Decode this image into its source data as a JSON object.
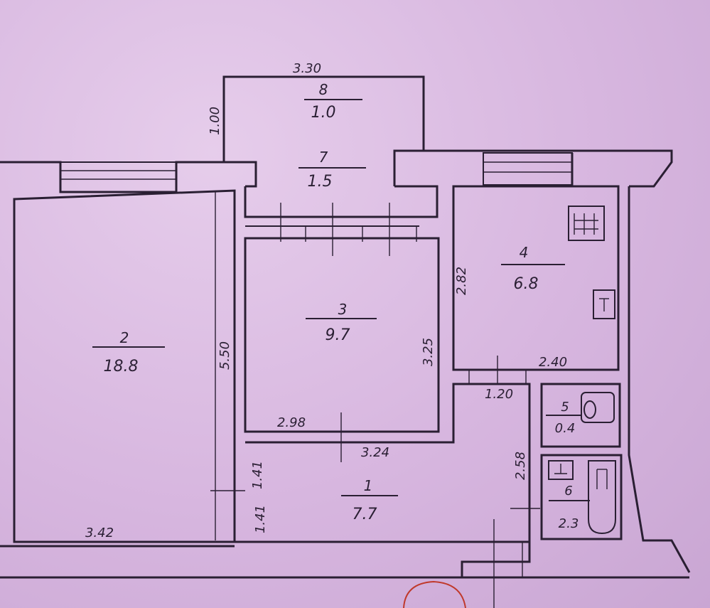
{
  "rooms": [
    {
      "id": "1",
      "number": "1",
      "area": "7.7"
    },
    {
      "id": "2",
      "number": "2",
      "area": "18.8"
    },
    {
      "id": "3",
      "number": "3",
      "area": "9.7"
    },
    {
      "id": "4",
      "number": "4",
      "area": "6.8"
    },
    {
      "id": "5",
      "number": "5",
      "area": "0.4"
    },
    {
      "id": "6",
      "number": "6",
      "area": "2.3"
    },
    {
      "id": "7",
      "number": "7",
      "area": "1.5"
    },
    {
      "id": "8",
      "number": "8",
      "area": "1.0"
    }
  ],
  "dimensions": {
    "balcony_width": "3.30",
    "balcony_depth": "1.00",
    "room2_length": "5.50",
    "room2_width": "3.42",
    "room3_width": "2.98",
    "room3_depth": "3.25",
    "hall_width": "3.24",
    "kitchen_depth": "2.82",
    "kitchen_width": "2.40",
    "corridor_width": "1.20",
    "corridor_length": "2.58",
    "hall_depth_top": "1.41",
    "hall_depth_bottom": "1.41"
  },
  "fixtures": {
    "stove_symbol": "stove-icon",
    "sink_symbol": "sink-icon",
    "toilet_symbol": "toilet-icon",
    "bathtub_symbol": "bathtub-icon"
  },
  "colors": {
    "paper": "#d8b8e0",
    "ink": "#2a1f33",
    "stamp": "#c0392b"
  }
}
